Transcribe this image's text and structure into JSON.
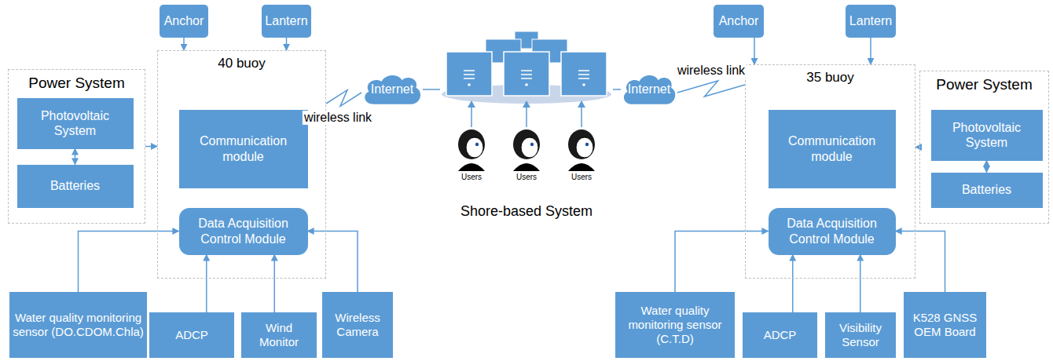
{
  "diagram": {
    "nodes": [
      {
        "text": [
          "Power System"
        ]
      },
      {
        "text": [
          "Photovoltaic System"
        ],
        "in": 0
      },
      {
        "text": [
          "Batteries"
        ],
        "in": 0
      },
      {
        "text": [
          "Anchor"
        ]
      },
      {
        "text": [
          "Lantern"
        ]
      },
      {
        "text": [
          "40 buoy"
        ]
      },
      {
        "text": [
          "Communication module"
        ],
        "in": 5
      },
      {
        "text": [
          "Data Acquisition Control Module"
        ],
        "in": 5
      },
      {
        "text": [
          "Water quality monitoring sensor (DO.CDOM.Chla)"
        ]
      },
      {
        "text": [
          "ADCP"
        ]
      },
      {
        "text": [
          "Wind Monitor"
        ]
      },
      {
        "text": [
          "Wireless Camera"
        ]
      },
      {
        "text": [
          "Internet"
        ]
      },
      {
        "text": [
          "Shore-based System"
        ]
      },
      {
        "text": [
          "Internet"
        ]
      },
      {
        "text": [
          "Anchor"
        ]
      },
      {
        "text": [
          "Lantern"
        ]
      },
      {
        "text": [
          "35 buoy"
        ]
      },
      {
        "text": [
          "Communication module"
        ],
        "in": 17
      },
      {
        "text": [
          "Data Acquisition Control Module"
        ],
        "in": 17
      },
      {
        "text": [
          "Power System"
        ]
      },
      {
        "text": [
          "Photovoltaic System"
        ],
        "in": 20
      },
      {
        "text": [
          "Batteries"
        ],
        "in": 20
      },
      {
        "text": [
          "Water quality monitoring sensor (C.T.D)"
        ]
      },
      {
        "text": [
          "ADCP"
        ]
      },
      {
        "text": [
          "Visibility Sensor"
        ]
      },
      {
        "text": [
          "K528 GNSS OEM Board"
        ]
      }
    ],
    "edges": [
      {
        "from": 1,
        "to": 2,
        "arrow": "both"
      },
      {
        "from": 0,
        "to": 5,
        "arrow": "to"
      },
      {
        "from": 3,
        "to": 5,
        "arrow": "to"
      },
      {
        "from": 4,
        "to": 5,
        "arrow": "to"
      },
      {
        "from": 5,
        "to": 12,
        "label": "wireless link",
        "arrow": "none"
      },
      {
        "from": 12,
        "to": 13,
        "arrow": "none"
      },
      {
        "from": 8,
        "to": 7,
        "arrow": "to"
      },
      {
        "from": 9,
        "to": 7,
        "arrow": "to"
      },
      {
        "from": 10,
        "to": 7,
        "arrow": "to"
      },
      {
        "from": 11,
        "to": 7,
        "arrow": "to"
      },
      {
        "from": 13,
        "to": 14,
        "arrow": "none"
      },
      {
        "from": 14,
        "to": 17,
        "label": "wireless link",
        "arrow": "none"
      },
      {
        "from": 15,
        "to": 17,
        "arrow": "to"
      },
      {
        "from": 16,
        "to": 17,
        "arrow": "to"
      },
      {
        "from": 20,
        "to": 17,
        "arrow": "to"
      },
      {
        "from": 21,
        "to": 22,
        "arrow": "both"
      },
      {
        "from": 23,
        "to": 19,
        "arrow": "to"
      },
      {
        "from": 24,
        "to": 19,
        "arrow": "to"
      },
      {
        "from": 25,
        "to": 19,
        "arrow": "to"
      },
      {
        "from": 26,
        "to": 19,
        "arrow": "to"
      }
    ],
    "labels": [
      "Users",
      "Users",
      "Users"
    ]
  }
}
